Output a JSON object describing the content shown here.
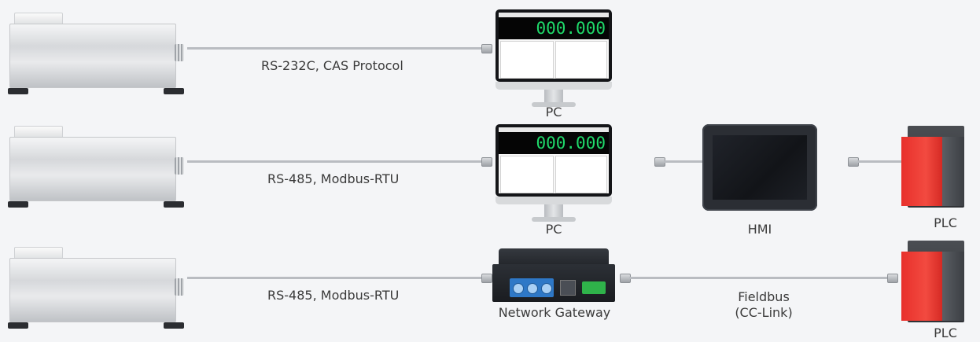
{
  "rows": [
    {
      "cable_label": "RS-232C, CAS Protocol",
      "device_label": "PC",
      "display_value": "000.000"
    },
    {
      "cable_label": "RS-485, Modbus-RTU",
      "device_label": "PC",
      "display_value": "000.000",
      "hmi_label": "HMI",
      "plc_label": "PLC"
    },
    {
      "cable_label": "RS-485, Modbus-RTU",
      "device_label": "Network Gateway",
      "fieldbus_line1": "Fieldbus",
      "fieldbus_line2": "(CC-Link)",
      "plc_label": "PLC"
    }
  ],
  "colors": {
    "background": "#f4f5f7",
    "cable": "#b9bcc1",
    "display_digits": "#1fd96a",
    "plc_red": "#e8302b"
  }
}
